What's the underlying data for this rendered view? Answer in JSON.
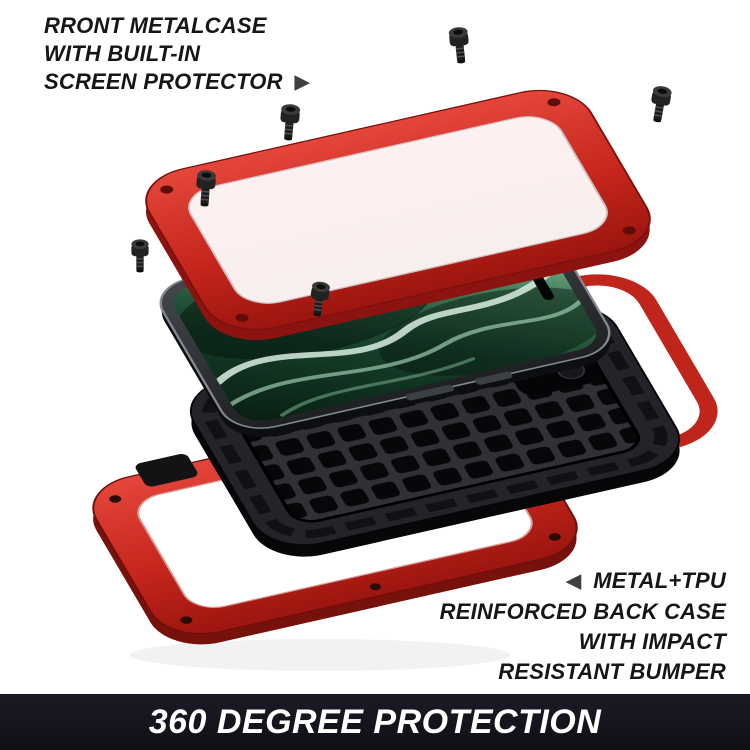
{
  "meta": {
    "type": "product-marketing-image",
    "subject": "exploded view of rugged metal phone case"
  },
  "colors": {
    "background": "#ffffff",
    "accent_red": "#c6261d",
    "case_black": "#232329",
    "banner_background": "#14141d",
    "text_dark": "#161616",
    "arrow_gray": "#3f3f3f"
  },
  "callouts": {
    "front": {
      "lines": [
        "RRONT METALCASE",
        "WITH BUILT-IN",
        "SCREEN PROTECTOR"
      ]
    },
    "back": {
      "lines": [
        "METAL+TPU",
        "REINFORCED BACK CASE",
        "WITH IMPACT",
        "RESISTANT BUMPER"
      ]
    }
  },
  "icons": {
    "arrow_right": "▶",
    "arrow_left": "◀"
  },
  "banner": {
    "text": "360 DEGREE PROTECTION"
  },
  "product_parts": [
    "front metal frame with built-in screen protector",
    "mounting screws",
    "phone",
    "shockproof inner case",
    "metal back bumper"
  ]
}
